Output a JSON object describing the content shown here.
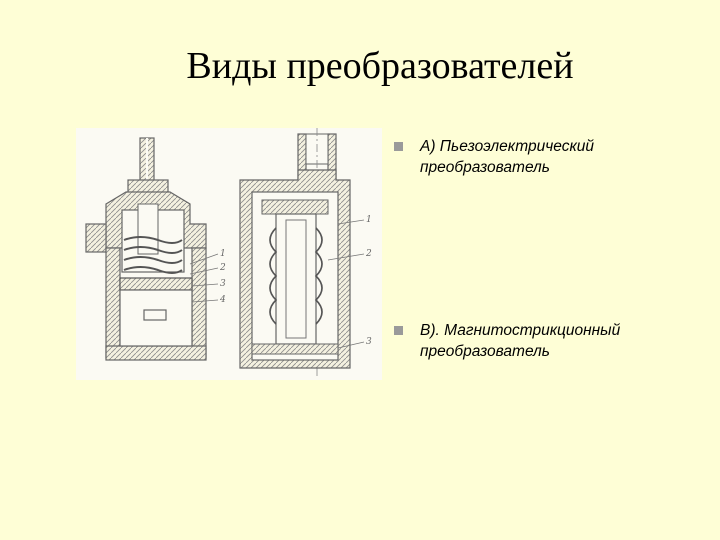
{
  "title": "Виды преобразователей",
  "bullets": [
    {
      "line1": "А)  Пьезоэлектрический",
      "line2": "преобразователь"
    },
    {
      "line1": "В). Магнитострикционный",
      "line2": "преобразователь"
    }
  ],
  "figure": {
    "left_labels": [
      "1",
      "2",
      "3",
      "4"
    ],
    "right_labels": [
      "1",
      "2",
      "3"
    ]
  },
  "colors": {
    "background": "#fefed6",
    "bullet_marker": "#9a9a9a",
    "drawing_ink": "#6e6e6e"
  }
}
